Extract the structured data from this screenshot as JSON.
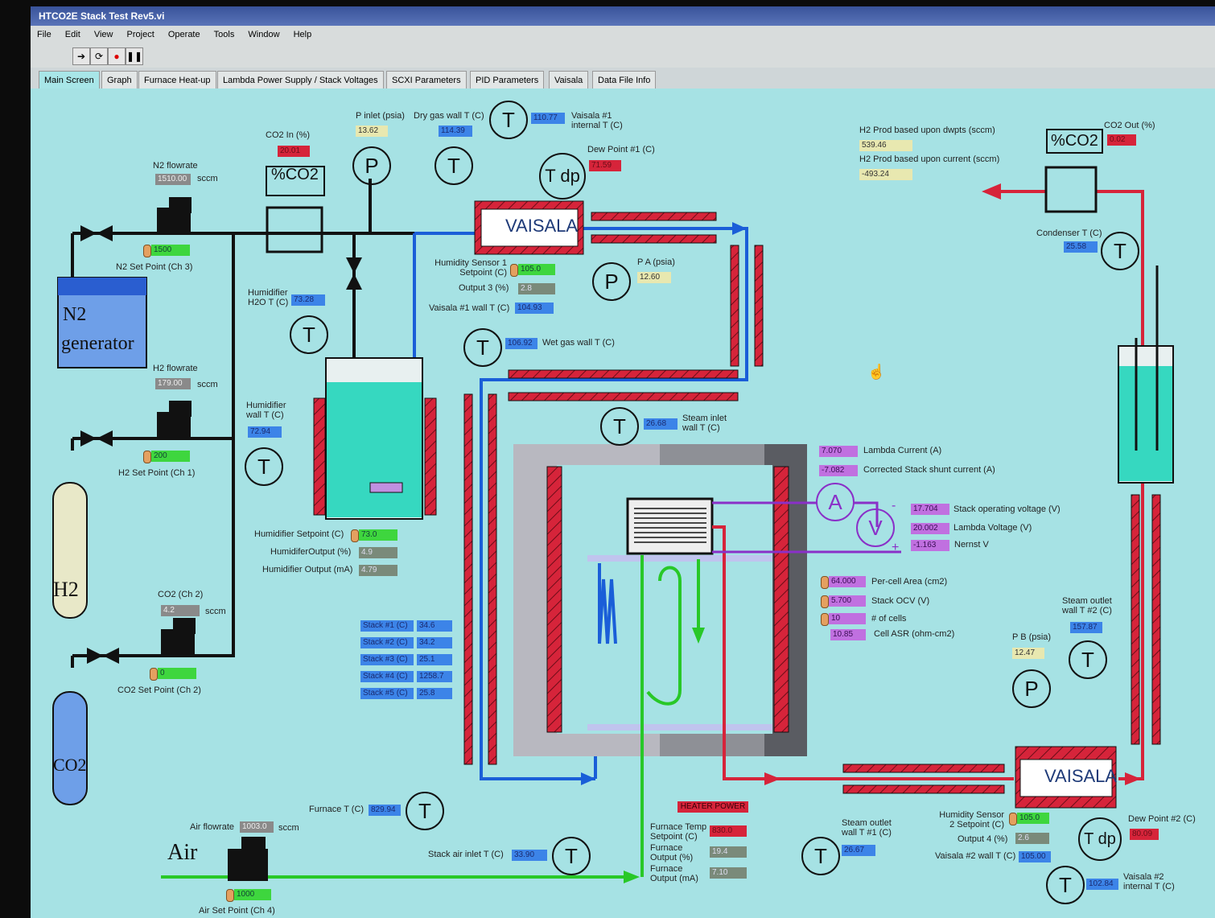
{
  "window": {
    "title": "HTCO2E Stack Test Rev5.vi"
  },
  "menu": [
    "File",
    "Edit",
    "View",
    "Project",
    "Operate",
    "Tools",
    "Window",
    "Help"
  ],
  "tabs": [
    "Main Screen",
    "Graph",
    "Furnace Heat-up",
    "Lambda Power Supply / Stack Voltages",
    "SCXI Parameters",
    "PID Parameters",
    "Vaisala",
    "Data File Info"
  ],
  "colors": {
    "panel": "#a6e2e4",
    "hydrogen_line": "#1a5ed8",
    "heater": "#d6243a",
    "air_line": "#28c828",
    "steam_out": "#d6243a",
    "meter": "#8a30c8"
  },
  "n2": {
    "flow_label": "N2 flowrate",
    "flow_value": "1510.00",
    "flow_unit": "sccm",
    "sp_value": "1500",
    "sp_label": "N2 Set Point (Ch 3)"
  },
  "h2": {
    "flow_label": "H2 flowrate",
    "flow_value": "179.00",
    "flow_unit": "sccm",
    "sp_value": "200",
    "sp_label": "H2 Set Point (Ch 1)"
  },
  "co2": {
    "flow_label": "CO2 (Ch 2)",
    "flow_value": "4.2",
    "flow_unit": "sccm",
    "sp_value": "0",
    "sp_label": "CO2 Set Point (Ch 2)"
  },
  "air": {
    "flow_label": "Air flowrate",
    "flow_value": "1003.0",
    "flow_unit": "sccm",
    "sp_value": "1000",
    "sp_label": "Air Set Point (Ch 4)"
  },
  "co2_in": {
    "label": "CO2 In (%)",
    "value": "20.01"
  },
  "p_inlet": {
    "label": "P inlet (psia)",
    "value": "13.62"
  },
  "dry_gas": {
    "label": "Dry gas wall T (C)",
    "value": "114.39"
  },
  "vaisala1_int": {
    "label": "Vaisala #1 internal T (C)",
    "value": "110.77"
  },
  "dew1": {
    "label": "Dew Point #1 (C)",
    "value": "71.59"
  },
  "hum_sensor1": {
    "label": "Humidity Sensor 1 Setpoint (C)",
    "value": "105.0"
  },
  "output3": {
    "label": "Output 3 (%)",
    "value": "2.8"
  },
  "vaisala1_wall": {
    "label": "Vaisala #1 wall T (C)",
    "value": "104.93"
  },
  "pa": {
    "label": "P A (psia)",
    "value": "12.60"
  },
  "humidifier_h2o": {
    "label": "Humidifier H2O T (C)",
    "value": "73.28"
  },
  "wet_gas": {
    "label": "Wet gas wall T (C)",
    "value": "106.92"
  },
  "humidifier_wall": {
    "label": "Humidifier wall T (C)",
    "value": "72.94"
  },
  "steam_inlet": {
    "label": "Steam inlet wall T (C)",
    "value": "26.68"
  },
  "humidifier_sp": {
    "label": "Humidifier Setpoint (C)",
    "value": "73.0"
  },
  "humidifier_out": {
    "label": "HumidiferOutput (%)",
    "value": "4.9"
  },
  "humidifier_ma": {
    "label": "Humidifier Output (mA)",
    "value": "4.79"
  },
  "stack_temps": [
    {
      "label": "Stack #1 (C)",
      "value": "34.6"
    },
    {
      "label": "Stack #2 (C)",
      "value": "34.2"
    },
    {
      "label": "Stack #3 (C)",
      "value": "25.1"
    },
    {
      "label": "Stack #4 (C)",
      "value": "1258.7"
    },
    {
      "label": "Stack #5 (C)",
      "value": "25.8"
    }
  ],
  "h2prod_dwpts": {
    "label": "H2 Prod based upon dwpts (sccm)",
    "value": "539.46"
  },
  "h2prod_current": {
    "label": "H2 Prod based upon current (sccm)",
    "value": "-493.24"
  },
  "co2_out": {
    "label": "CO2 Out (%)",
    "value": "0.02"
  },
  "condenser": {
    "label": "Condenser T (C)",
    "value": "25.58"
  },
  "lambda_current": {
    "label": "Lambda Current (A)",
    "value": "7.070"
  },
  "shunt_current": {
    "label": "Corrected Stack shunt current (A)",
    "value": "-7.082"
  },
  "stack_voltage": {
    "label": "Stack operating voltage (V)",
    "value": "17.704"
  },
  "lambda_voltage": {
    "label": "Lambda Voltage (V)",
    "value": "20.002"
  },
  "nernst": {
    "label": "Nernst V",
    "value": "-1.163"
  },
  "cell_area": {
    "label": "Per-cell Area (cm2)",
    "value": "64.000"
  },
  "stack_ocv": {
    "label": "Stack OCV (V)",
    "value": "5.700"
  },
  "cells": {
    "label": "# of cells",
    "value": "10"
  },
  "asr": {
    "label": "Cell ASR (ohm-cm2)",
    "value": "10.85"
  },
  "steam_out2": {
    "label": "Steam outlet wall T #2 (C)",
    "value": "157.87"
  },
  "pb": {
    "label": "P B (psia)",
    "value": "12.47"
  },
  "steam_out1": {
    "label": "Steam outlet wall T #1 (C)",
    "value": "26.67"
  },
  "hum_sensor2": {
    "label": "Humidity Sensor 2 Setpoint (C)",
    "value": "105.0"
  },
  "output4": {
    "label": "Output 4 (%)",
    "value": "2.6"
  },
  "vaisala2_wall": {
    "label": "Vaisala #2 wall T (C)",
    "value": "105.00"
  },
  "dew2": {
    "label": "Dew Point #2 (C)",
    "value": "80.09"
  },
  "vaisala2_int": {
    "label": "Vaisala #2 internal T (C)",
    "value": "102.84"
  },
  "furnace_t": {
    "label": "Furnace T (C)",
    "value": "829.94"
  },
  "stack_air": {
    "label": "Stack air inlet T (C)",
    "value": "33.90"
  },
  "heater_power": "HEATER POWER",
  "furnace_sp": {
    "label": "Furnace Temp Setpoint (C)",
    "value": "830.0"
  },
  "furnace_out": {
    "label": "Furnace Output (%)",
    "value": "19.4"
  },
  "furnace_ma": {
    "label": "Furnace Output (mA)",
    "value": "7.10"
  },
  "glyphs": {
    "T": "T",
    "P": "P",
    "Tdp": "T dp",
    "A": "A",
    "V": "V",
    "co2_meter": "%CO2",
    "vaisala": "VAISALA",
    "n2_gen_1": "N2",
    "n2_gen_2": "generator",
    "h2_bottle": "H2",
    "co2_bottle": "CO2",
    "air": "Air"
  }
}
